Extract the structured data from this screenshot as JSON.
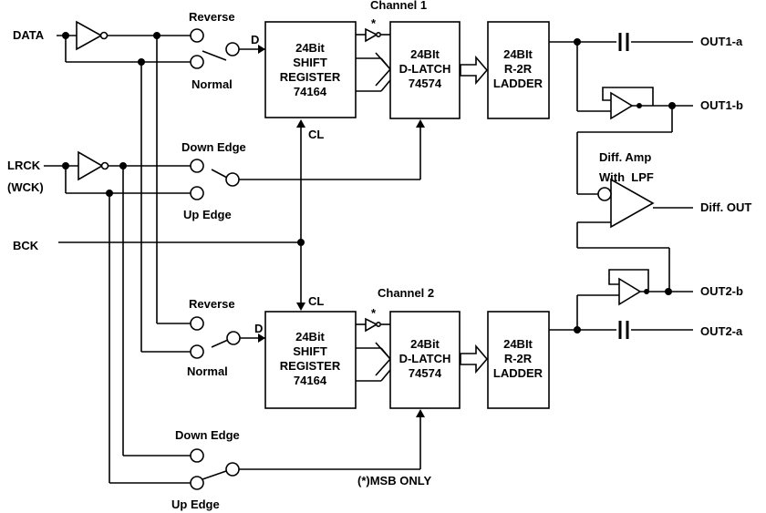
{
  "inputs": {
    "data": "DATA",
    "lrck": "LRCK",
    "wck": "(WCK)",
    "bck": "BCK"
  },
  "channel1": {
    "title": "Channel 1",
    "reverse": "Reverse",
    "normal": "Normal",
    "down_edge": "Down Edge",
    "up_edge": "Up Edge",
    "d_label": "D",
    "cl_label": "CL",
    "star": "*",
    "shift_register": [
      "24Bit",
      "SHIFT",
      "REGISTER",
      "74164"
    ],
    "d_latch": [
      "24BIt",
      "D-LATCH",
      "74574"
    ],
    "ladder": [
      "24BIt",
      "R-2R",
      "LADDER"
    ]
  },
  "channel2": {
    "title": "Channel 2",
    "reverse": "Reverse",
    "normal": "Normal",
    "down_edge": "Down Edge",
    "up_edge": "Up Edge",
    "d_label": "D",
    "cl_label": "CL",
    "star": "*",
    "shift_register": [
      "24Bit",
      "SHIFT",
      "REGISTER",
      "74164"
    ],
    "d_latch": [
      "24Bit",
      "D-LATCH",
      "74574"
    ],
    "ladder": [
      "24BIt",
      "R-2R",
      "LADDER"
    ]
  },
  "outputs": {
    "out1a": "OUT1-a",
    "out1b": "OUT1-b",
    "diff_out": "Diff. OUT",
    "out2b": "OUT2-b",
    "out2a": "OUT2-a"
  },
  "diff_amp": {
    "line1": "Diff. Amp",
    "line2": "With  LPF"
  },
  "footnote": "(*)MSB ONLY"
}
